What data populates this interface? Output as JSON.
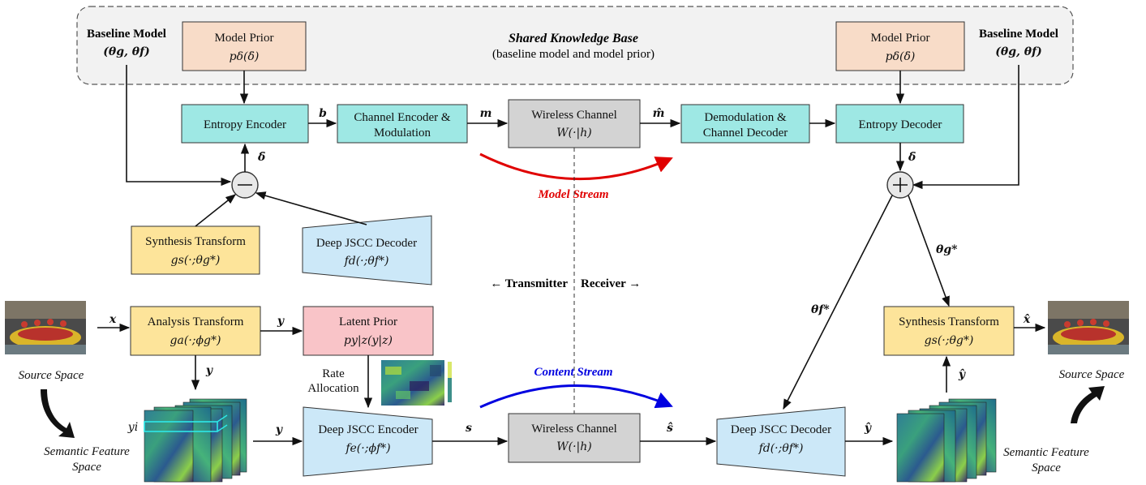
{
  "shared_kb": {
    "title": "Shared Knowledge Base",
    "subtitle": "(baseline model and model prior)"
  },
  "baseline_left": {
    "title": "Baseline Model",
    "params": "(θg, θf)"
  },
  "baseline_right": {
    "title": "Baseline Model",
    "params": "(θg, θf)"
  },
  "model_prior_left": {
    "title": "Model Prior",
    "formula": "pδ(δ̄)"
  },
  "model_prior_right": {
    "title": "Model Prior",
    "formula": "pδ(δ̄)"
  },
  "entropy_encoder": {
    "label": "Entropy Encoder"
  },
  "channel_encoder": {
    "line1": "Channel Encoder &",
    "line2": "Modulation"
  },
  "wireless_top": {
    "title": "Wireless Channel",
    "formula": "W(·|h)"
  },
  "demod": {
    "line1": "Demodulation &",
    "line2": "Channel Decoder"
  },
  "entropy_decoder": {
    "label": "Entropy Decoder"
  },
  "synthesis_left": {
    "title": "Synthesis Transform",
    "formula": "gs(·;θg*)"
  },
  "jscc_decoder_left": {
    "title": "Deep JSCC Decoder",
    "formula": "fd(·;θf*)"
  },
  "analysis": {
    "title": "Analysis Transform",
    "formula": "ga(·;ϕg*)"
  },
  "latent_prior": {
    "title": "Latent Prior",
    "formula": "py|z(y|z)"
  },
  "jscc_encoder": {
    "title": "Deep JSCC Encoder",
    "formula": "fe(·;ϕf*)"
  },
  "wireless_bottom": {
    "title": "Wireless Channel",
    "formula": "W(·|h)"
  },
  "jscc_decoder_right": {
    "title": "Deep JSCC Decoder",
    "formula": "fd(·;θf*)"
  },
  "synthesis_right": {
    "title": "Synthesis Transform",
    "formula": "gs(·;θg*)"
  },
  "streams": {
    "model": "Model Stream",
    "content": "Content Stream"
  },
  "sides": {
    "transmitter": "← Transmitter",
    "receiver": "Receiver →"
  },
  "rate_alloc": {
    "line1": "Rate",
    "line2": "Allocation"
  },
  "spaces": {
    "source_left": "Source Space",
    "source_right": "Source Space",
    "sem_left_1": "Semantic Feature",
    "sem_left_2": "Space",
    "sem_right_1": "Semantic Feature",
    "sem_right_2": "Space"
  },
  "signals": {
    "b": "b",
    "m": "m",
    "m_hat": "m̂",
    "delta_bar_left": "δ̄",
    "delta_bar_right": "δ̄",
    "x": "x",
    "y_a": "y",
    "y_b": "y",
    "y_c": "y",
    "s": "s",
    "s_hat": "ŝ",
    "y_hat_a": "ŷ",
    "y_hat_b": "ŷ",
    "x_hat": "x̂",
    "theta_f": "θf*",
    "theta_g": "θg*",
    "y_i": "yi"
  },
  "colors": {
    "prior": "#f8dcc8",
    "cyan": "#9ee8e4",
    "gray": "#d3d3d3",
    "yellow": "#fde49a",
    "blue": "#cce8f8",
    "pink": "#f9c4c8",
    "model_stream": "#e00000",
    "content_stream": "#0000e0"
  }
}
